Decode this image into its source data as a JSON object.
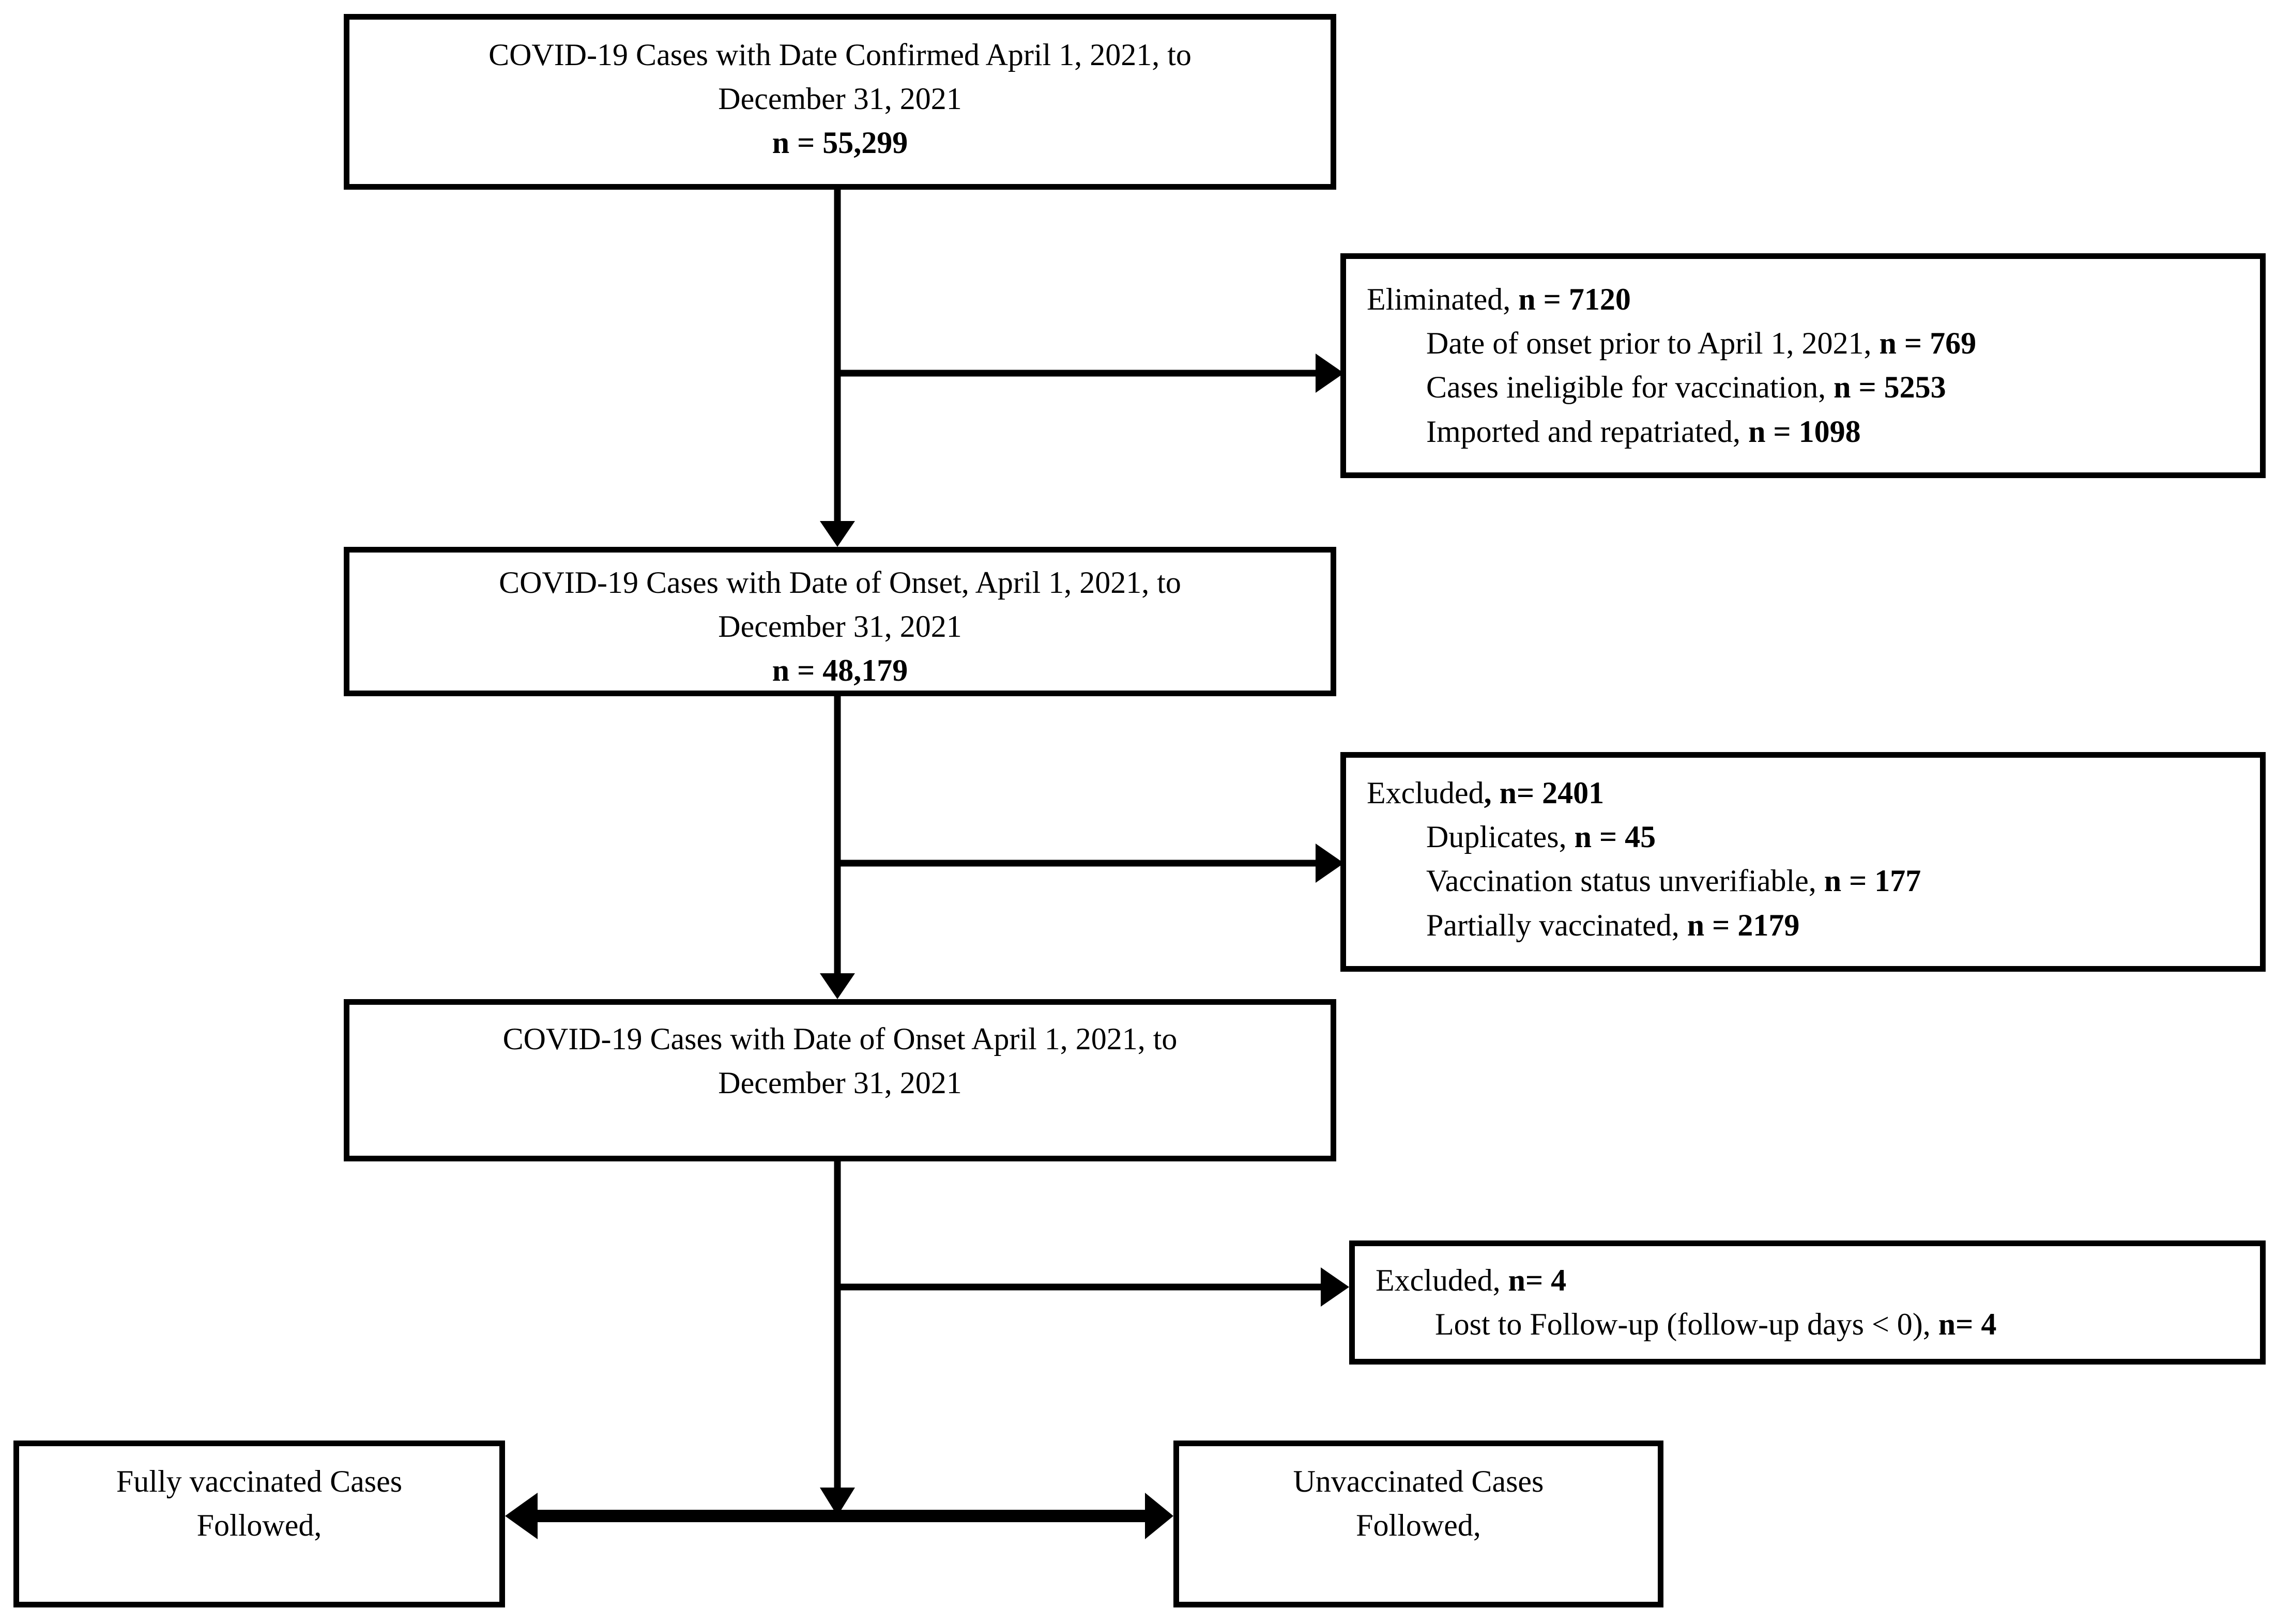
{
  "diagram": {
    "title": "COVID-19 Case Cohort Selection Flow Diagram",
    "stroke_color": "#000000",
    "background_color": "#ffffff",
    "text_color": "#000000"
  },
  "nodes": {
    "confirmed_cases": {
      "line1": "COVID-19 Cases with Date Confirmed April 1, 2021, to",
      "line2": "December 31, 2021",
      "line3": "n = 55,299"
    },
    "eliminated": {
      "heading_label": "Eliminated, ",
      "heading_value": "n = 7120",
      "items": [
        {
          "label": "Date of onset prior to April 1, 2021, ",
          "value": "n = 769"
        },
        {
          "label": "Cases ineligible for vaccination, ",
          "value": "n = 5253"
        },
        {
          "label": "Imported and repatriated, ",
          "value": "n = 1098"
        }
      ]
    },
    "onset_cases": {
      "line1": "COVID-19 Cases with Date of Onset, April 1, 2021, to",
      "line2": "December 31, 2021",
      "line3": "n = 48,179"
    },
    "excluded_1": {
      "heading_label": "Excluded",
      "heading_value": ", n= 2401",
      "items": [
        {
          "label": "Duplicates, ",
          "value": "n = 45"
        },
        {
          "label": "Vaccination status unverifiable, ",
          "value": "n = 177"
        },
        {
          "label": "Partially vaccinated, ",
          "value": "n = 2179"
        }
      ]
    },
    "onset_cases_clean": {
      "line1": "COVID-19 Cases with Date of Onset April 1, 2021, to",
      "line2": "December 31, 2021"
    },
    "excluded_2": {
      "heading_label": "Excluded, ",
      "heading_value": "n= 4",
      "items": [
        {
          "label": "Lost to Follow-up (follow-up days < 0), ",
          "value": "n=  4"
        }
      ]
    },
    "fully_vaccinated": {
      "line1": "Fully vaccinated Cases",
      "line2": "Followed,"
    },
    "unvaccinated": {
      "line1": "Unvaccinated Cases",
      "line2": "Followed,"
    }
  }
}
